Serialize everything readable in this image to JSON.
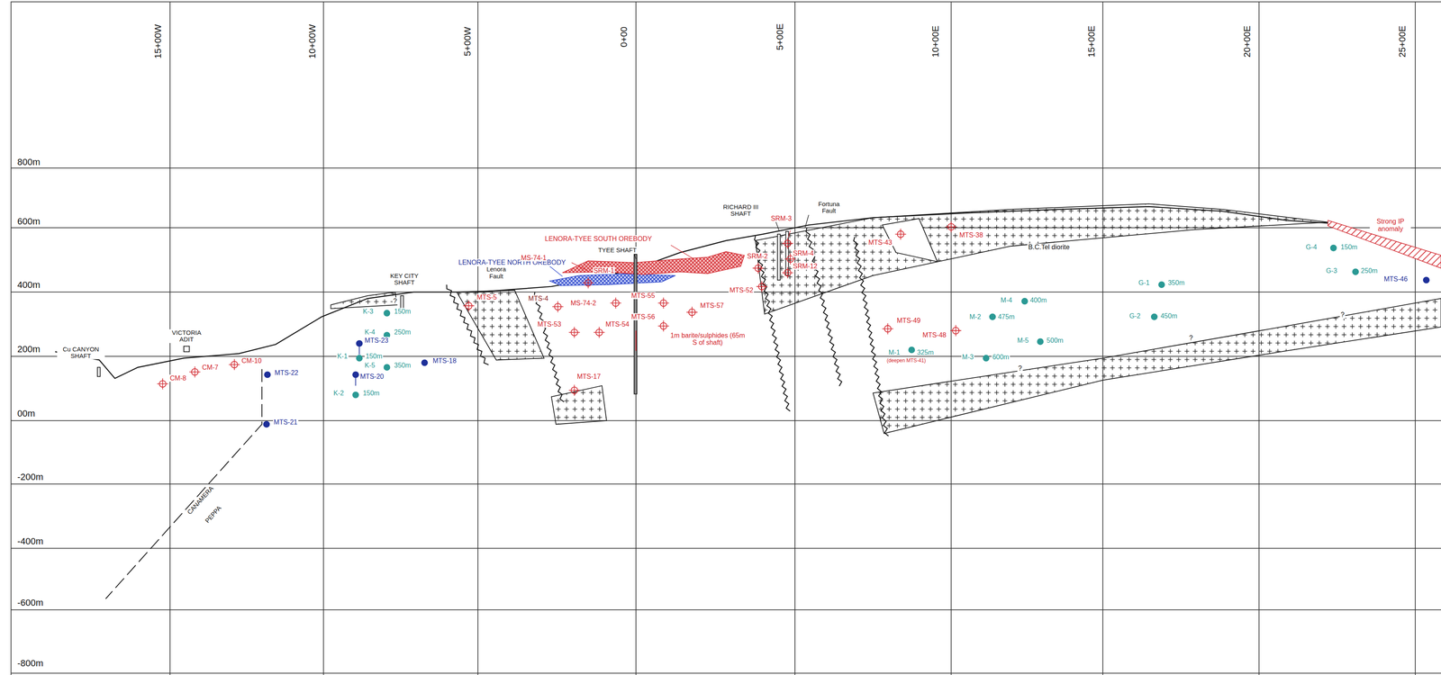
{
  "diagram": {
    "labels": [
      "15+00W",
      "10+00W",
      "5+00W",
      "0+00",
      "5+00E",
      "10+00E",
      "15+00E",
      "20+00E",
      "25+00E",
      "800m",
      "600m",
      "400m",
      "200m",
      "00m",
      "-200m",
      "-400m",
      "-600m",
      "-800m",
      "Cu CANYON SHAFT",
      "VICTORIA ADIT",
      "KEY CITY SHAFT",
      "Lenora Fault",
      "LENORA-TYEE NORTH OREBODY",
      "LENORA-TYEE SOUTH OREBODY",
      "TYEE SHAFT",
      "MS-74-1",
      "SRM-1",
      "RICHARD III SHAFT",
      "Fortuna Fault",
      "SRM-3",
      "SRM-2",
      "SRM-4",
      "SRM-12",
      "MTS-52",
      "MTS-43",
      "MTS-38",
      "B.C.Tel diorite",
      "Strong IP anomaly",
      "G-4",
      "150m",
      "G-3",
      "250m",
      "MTS-46",
      "G-1",
      "350m",
      "G-2",
      "450m",
      "M-4",
      "400m",
      "M-2",
      "475m",
      "M-5",
      "500m",
      "M-1",
      "325m",
      "(deepen MTS-41)",
      "M-3",
      "600m",
      "MTS-49",
      "MTS-48",
      "MTS-5",
      "MTS-4",
      "MS-74-2",
      "MTS-55",
      "MTS-57",
      "MTS-53",
      "MTS-54",
      "MTS-56",
      "1m barite/sulphides (65m S of shaft)",
      "MTS-17",
      "K-3",
      "150m",
      "K-4",
      "250m",
      "MTS-23",
      "K-1",
      "150m",
      "K-5",
      "350m",
      "MTS-20",
      "MTS-18",
      "K-2",
      "150m",
      "MTS-22",
      "MTS-21",
      "CM-8",
      "CM-7",
      "CM-10",
      "CANAMERA",
      "PEPPA",
      "?",
      "?",
      "?",
      "?"
    ]
  }
}
